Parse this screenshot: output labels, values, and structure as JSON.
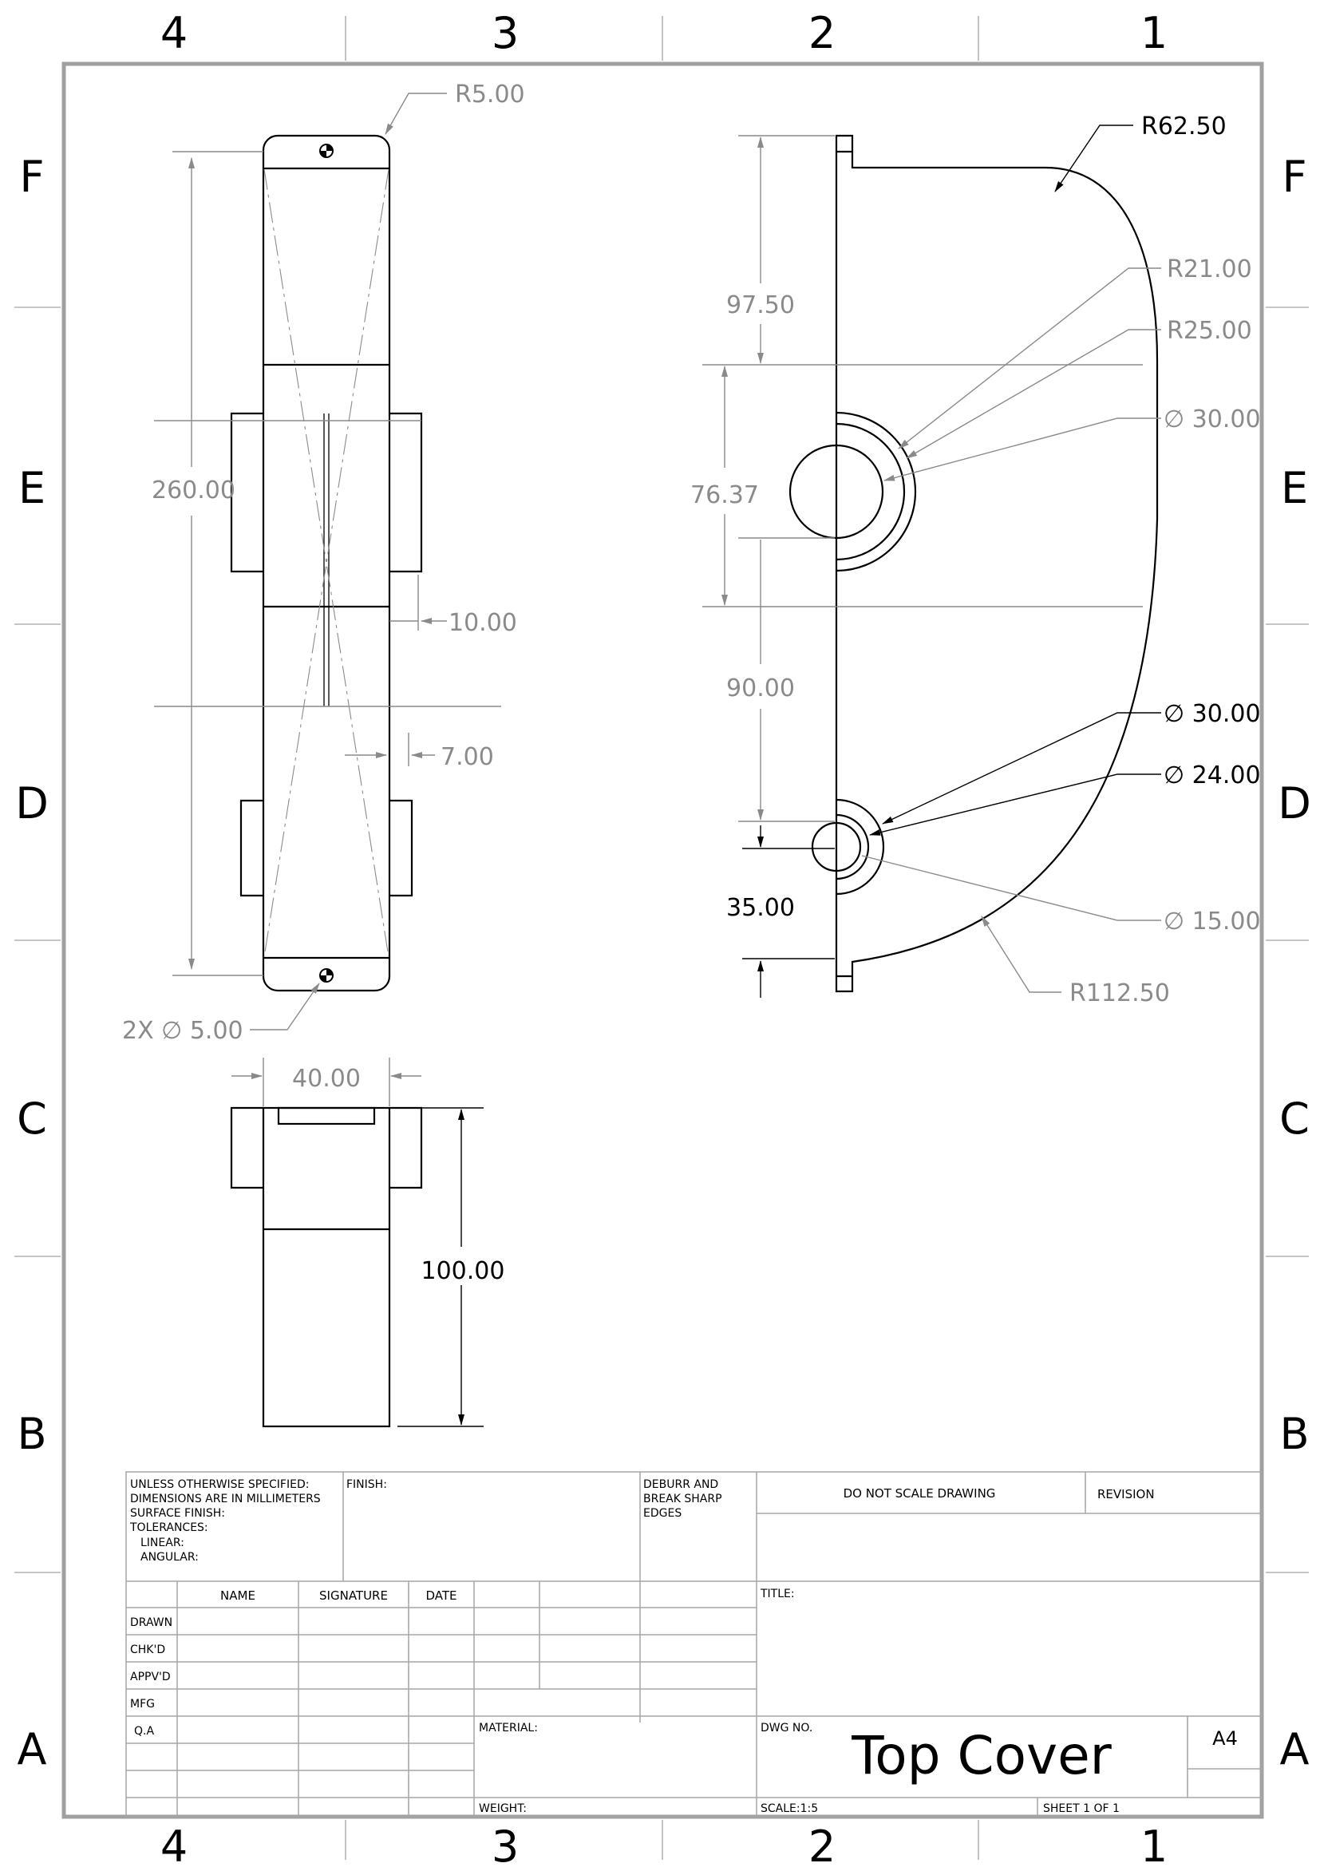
{
  "zones": {
    "columns": [
      "4",
      "3",
      "2",
      "1"
    ],
    "rows": [
      "F",
      "E",
      "D",
      "C",
      "B",
      "A"
    ]
  },
  "front_view": {
    "r_corner": "R5.00",
    "overall_length": "260.00",
    "rib_offset": "10.00",
    "rib_offset_lower": "7.00",
    "holes": "2X ∅ 5.00"
  },
  "bottom_view": {
    "width": "40.00",
    "height": "100.00"
  },
  "side_view": {
    "r_outer": "R62.50",
    "r_boss_inner": "R21.00",
    "r_boss_outer": "R25.00",
    "dia_upper_hole": "∅ 30.00",
    "dia_lower_outer": "∅ 30.00",
    "dia_lower_mid": "∅ 24.00",
    "dia_lower_hole": "∅ 15.00",
    "r_large": "R112.50",
    "d_top": "97.50",
    "d_mid": "76.37",
    "d_lower": "90.00",
    "d_bottom": "35.00"
  },
  "title_block": {
    "spec_lines": [
      "UNLESS OTHERWISE SPECIFIED:",
      "DIMENSIONS ARE IN MILLIMETERS",
      "SURFACE FINISH:",
      "TOLERANCES:",
      "LINEAR:",
      "ANGULAR:"
    ],
    "finish": "FINISH:",
    "deburr_lines": [
      "DEBURR AND",
      "BREAK SHARP",
      "EDGES"
    ],
    "do_not_scale": "DO NOT SCALE DRAWING",
    "revision": "REVISION",
    "headers": [
      "NAME",
      "SIGNATURE",
      "DATE"
    ],
    "roles": [
      "DRAWN",
      "CHK'D",
      "APPV'D",
      "MFG",
      "Q.A"
    ],
    "title_label": "TITLE:",
    "material": "MATERIAL:",
    "weight": "WEIGHT:",
    "dwg_no_label": "DWG NO.",
    "dwg_title": "Top Cover",
    "size": "A4",
    "scale": "SCALE:1:5",
    "sheet": "SHEET 1 OF 1"
  }
}
